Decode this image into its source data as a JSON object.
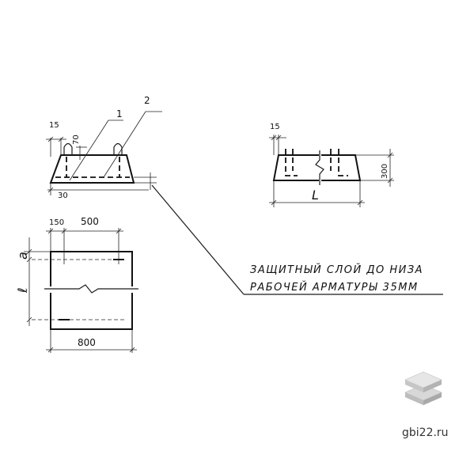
{
  "callouts": {
    "marker_1": "1",
    "marker_2": "2"
  },
  "dimensions": {
    "side_top_offset": "15",
    "loop_height": "70",
    "side_bottom_offset": "30",
    "front_top_offset": "15",
    "height": "300",
    "length": "L",
    "plan_edge_offset": "150",
    "plan_loop_spacing": "500",
    "plan_width": "800",
    "plan_offset_a": "a",
    "plan_length_l": "ℓ"
  },
  "note": {
    "line1": "ЗАЩИТНЫЙ СЛОЙ ДО НИЗА",
    "line2": "РАБОЧЕЙ АРМАТУРЫ 35ММ"
  },
  "watermark": {
    "site": "gbi22.ru"
  }
}
